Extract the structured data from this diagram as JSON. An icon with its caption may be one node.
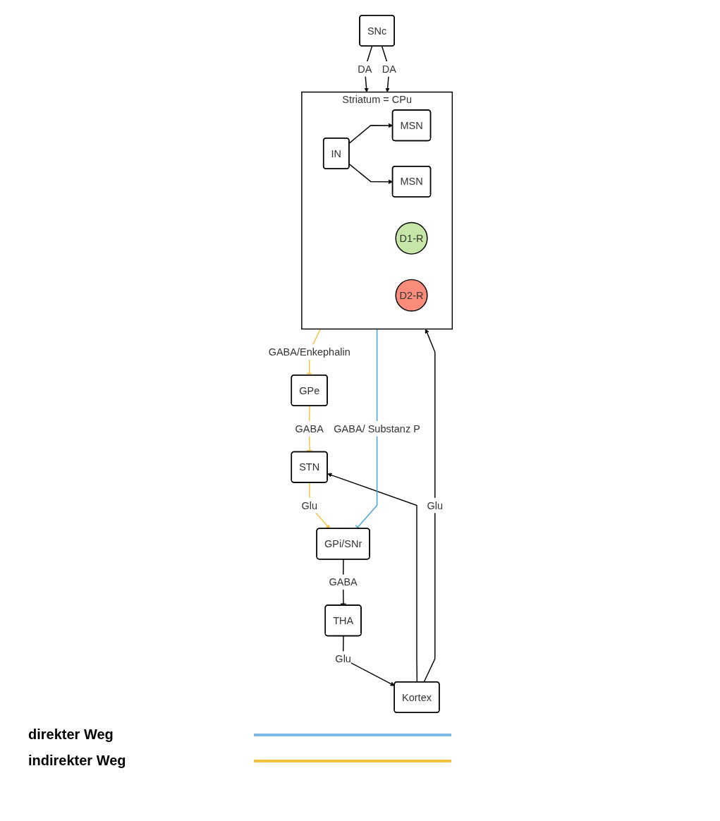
{
  "diagram": {
    "nodes": [
      {
        "text": [
          "Kortex"
        ]
      },
      {
        "text": [
          "Striatum = CPu"
        ]
      },
      {
        "text": [
          "MSN"
        ],
        "in": 1
      },
      {
        "text": [
          "D1-R"
        ],
        "in": 1
      },
      {
        "text": [
          "IN"
        ],
        "in": 1
      },
      {
        "text": [
          "MSN"
        ],
        "in": 1
      },
      {
        "text": [
          "D2-R"
        ],
        "in": 1
      },
      {
        "text": [
          "GPe"
        ]
      },
      {
        "text": [
          "STN"
        ]
      },
      {
        "text": [
          "SNc"
        ]
      },
      {
        "text": [
          "THA"
        ]
      },
      {
        "text": [
          "GPi/SNr"
        ]
      }
    ],
    "edges": [
      {
        "from": 0,
        "to": 1,
        "arrow": "to",
        "label": "Glu"
      },
      {
        "from": 4,
        "to": 2,
        "arrow": "to"
      },
      {
        "from": 4,
        "to": 5,
        "arrow": "to"
      },
      {
        "from": 1,
        "to": 7,
        "arrow": "other",
        "label": "GABA/Enkephalin",
        "color": "#f6c143"
      },
      {
        "from": 0,
        "to": 8,
        "arrow": "to"
      },
      {
        "from": 7,
        "to": 8,
        "arrow": "other",
        "label": "GABA",
        "color": "#f6c143"
      },
      {
        "from": 1,
        "to": 11,
        "arrow": "other",
        "label": "GABA/ Substanz P",
        "color": "#3aa0dc"
      },
      {
        "from": 9,
        "to": 1,
        "arrow": "to",
        "label": "DA"
      },
      {
        "from": 9,
        "to": 1,
        "arrow": "to",
        "label": "DA"
      },
      {
        "from": 8,
        "to": 11,
        "arrow": "to",
        "label": "Glu",
        "color": "#f6c143"
      },
      {
        "from": 11,
        "to": 10,
        "arrow": "other",
        "label": "GABA"
      },
      {
        "from": 10,
        "to": 0,
        "arrow": "to",
        "label": "Glu"
      }
    ],
    "legend": [
      {
        "text": "direkter Weg"
      },
      {
        "text": "indirekter Weg"
      }
    ]
  }
}
